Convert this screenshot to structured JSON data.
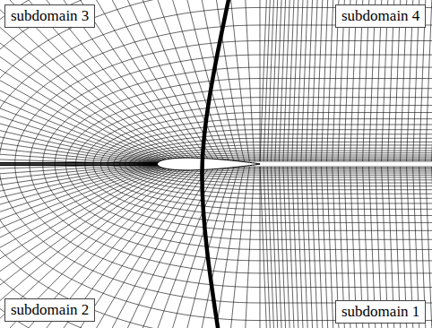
{
  "diagram": {
    "nodes": [
      {
        "text": [
          "subdomain 3"
        ]
      },
      {
        "text": [
          "subdomain 4"
        ]
      },
      {
        "text": [
          "subdomain 2"
        ]
      },
      {
        "text": [
          "subdomain 1"
        ]
      }
    ]
  }
}
